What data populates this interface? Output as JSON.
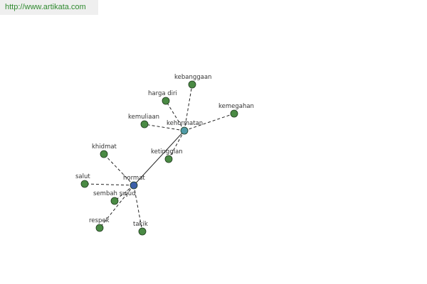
{
  "header": {
    "url": "http://www.artikata.com"
  },
  "colors": {
    "leaf_node": "#4a8a44",
    "hormat_node": "#3c5fa8",
    "kehormatan_node": "#4f9aa6",
    "edge": "#222222",
    "url_text": "#2f8a2f"
  },
  "graph": {
    "nodes": [
      {
        "id": "hormat",
        "label": "hormat",
        "kind": "hormat_node"
      },
      {
        "id": "kehormatan",
        "label": "kehormatan",
        "kind": "kehormatan_node"
      },
      {
        "id": "kebanggaan",
        "label": "kebanggaan",
        "kind": "leaf_node"
      },
      {
        "id": "harga-diri",
        "label": "harga diri",
        "kind": "leaf_node"
      },
      {
        "id": "kemegahan",
        "label": "kemegahan",
        "kind": "leaf_node"
      },
      {
        "id": "kemuliaan",
        "label": "kemuliaan",
        "kind": "leaf_node"
      },
      {
        "id": "ketinggian",
        "label": "ketinggian",
        "kind": "leaf_node"
      },
      {
        "id": "khidmat",
        "label": "khidmat",
        "kind": "leaf_node"
      },
      {
        "id": "salut",
        "label": "salut",
        "kind": "leaf_node"
      },
      {
        "id": "sembah-sujud",
        "label": "sembah sujud",
        "kind": "leaf_node"
      },
      {
        "id": "respek",
        "label": "respek",
        "kind": "leaf_node"
      },
      {
        "id": "takik",
        "label": "takik",
        "kind": "leaf_node"
      }
    ],
    "edges": [
      {
        "from": "hormat",
        "to": "kehormatan",
        "style": "solid"
      },
      {
        "from": "kehormatan",
        "to": "kebanggaan",
        "style": "dashed"
      },
      {
        "from": "kehormatan",
        "to": "harga-diri",
        "style": "dashed"
      },
      {
        "from": "kehormatan",
        "to": "kemegahan",
        "style": "dashed"
      },
      {
        "from": "kehormatan",
        "to": "kemuliaan",
        "style": "dashed"
      },
      {
        "from": "kehormatan",
        "to": "ketinggian",
        "style": "dashed"
      },
      {
        "from": "hormat",
        "to": "khidmat",
        "style": "dashed"
      },
      {
        "from": "hormat",
        "to": "salut",
        "style": "dashed"
      },
      {
        "from": "hormat",
        "to": "sembah-sujud",
        "style": "dashed"
      },
      {
        "from": "hormat",
        "to": "respek",
        "style": "dashed"
      },
      {
        "from": "hormat",
        "to": "takik",
        "style": "dashed"
      }
    ]
  }
}
